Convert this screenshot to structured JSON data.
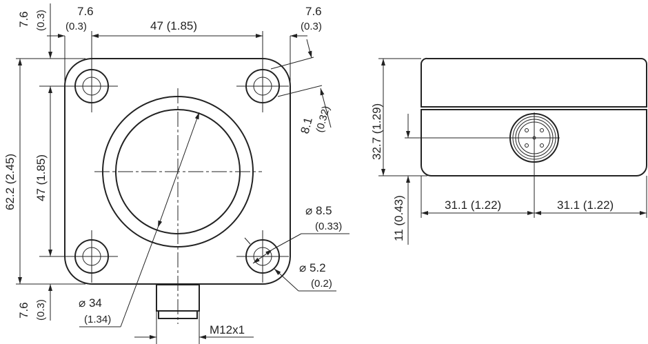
{
  "front_view": {
    "top_left_margin": {
      "mm": "7.6",
      "in": "(0.3)"
    },
    "top_width": {
      "label": "47 (1.85)"
    },
    "top_right_margin": {
      "mm": "7.6",
      "in": "(0.3)"
    },
    "top_offset": {
      "mm": "7.6",
      "in": "(0.3)"
    },
    "total_height": {
      "label": "62.2 (2.45)"
    },
    "hole_spacing": {
      "label": "47 (1.85)"
    },
    "bottom_offset": {
      "mm": "7.6",
      "in": "(0.3)"
    },
    "diagonal": {
      "mm": "8.1",
      "in": "(0.32)"
    },
    "outer_hole": {
      "mm": "⌀ 8.5",
      "in": "(0.33)"
    },
    "inner_hole": {
      "mm": "⌀ 5.2",
      "in": "(0.2)"
    },
    "sensing_face": {
      "mm": "⌀ 34",
      "in": "(1.34)"
    },
    "connector": {
      "label": "M12x1"
    }
  },
  "side_view": {
    "height": {
      "label": "32.7 (1.29)"
    },
    "connector_height": {
      "label": "11 (0.43)"
    },
    "left_half": {
      "label": "31.1 (1.22)"
    },
    "right_half": {
      "label": "31.1 (1.22)"
    }
  }
}
